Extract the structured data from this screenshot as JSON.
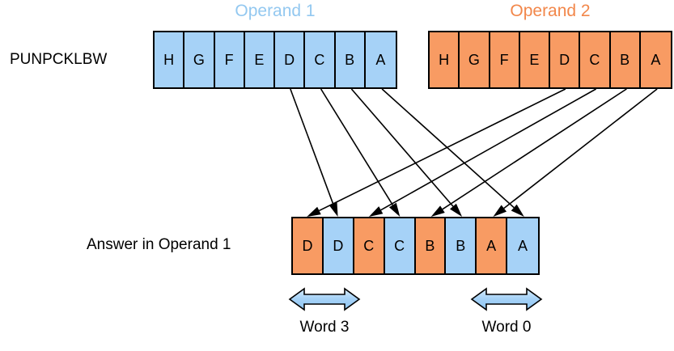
{
  "diagram": {
    "instruction_label": "PUNPCKLBW",
    "answer_label": "Answer in Operand 1",
    "colors": {
      "operand1_fill": "#a6d2f7",
      "operand2_fill": "#f89b63",
      "operand1_title": "#93c8f0",
      "operand2_title": "#f2874a",
      "outline": "#000000",
      "background": "#ffffff"
    }
  },
  "operand1": {
    "title": "Operand 1",
    "cells": [
      {
        "label": "H",
        "fill": "blue"
      },
      {
        "label": "G",
        "fill": "blue"
      },
      {
        "label": "F",
        "fill": "blue"
      },
      {
        "label": "E",
        "fill": "blue"
      },
      {
        "label": "D",
        "fill": "blue"
      },
      {
        "label": "C",
        "fill": "blue"
      },
      {
        "label": "B",
        "fill": "blue"
      },
      {
        "label": "A",
        "fill": "blue"
      }
    ]
  },
  "operand2": {
    "title": "Operand 2",
    "cells": [
      {
        "label": "H",
        "fill": "orange"
      },
      {
        "label": "G",
        "fill": "orange"
      },
      {
        "label": "F",
        "fill": "orange"
      },
      {
        "label": "E",
        "fill": "orange"
      },
      {
        "label": "D",
        "fill": "orange"
      },
      {
        "label": "C",
        "fill": "orange"
      },
      {
        "label": "B",
        "fill": "orange"
      },
      {
        "label": "A",
        "fill": "orange"
      }
    ]
  },
  "answer": {
    "label": "Answer in Operand 1",
    "cells": [
      {
        "label": "D",
        "fill": "orange"
      },
      {
        "label": "D",
        "fill": "blue"
      },
      {
        "label": "C",
        "fill": "orange"
      },
      {
        "label": "C",
        "fill": "blue"
      },
      {
        "label": "B",
        "fill": "orange"
      },
      {
        "label": "B",
        "fill": "blue"
      },
      {
        "label": "A",
        "fill": "orange"
      },
      {
        "label": "A",
        "fill": "blue"
      }
    ]
  },
  "word_markers": [
    {
      "caption": "Word 3"
    },
    {
      "caption": "Word 0"
    }
  ],
  "connections": [
    {
      "from": "operand1.D",
      "to": "answer.1"
    },
    {
      "from": "operand1.C",
      "to": "answer.3"
    },
    {
      "from": "operand1.B",
      "to": "answer.5"
    },
    {
      "from": "operand1.A",
      "to": "answer.7"
    },
    {
      "from": "operand2.D",
      "to": "answer.0"
    },
    {
      "from": "operand2.C",
      "to": "answer.2"
    },
    {
      "from": "operand2.B",
      "to": "answer.4"
    },
    {
      "from": "operand2.A",
      "to": "answer.6"
    }
  ]
}
